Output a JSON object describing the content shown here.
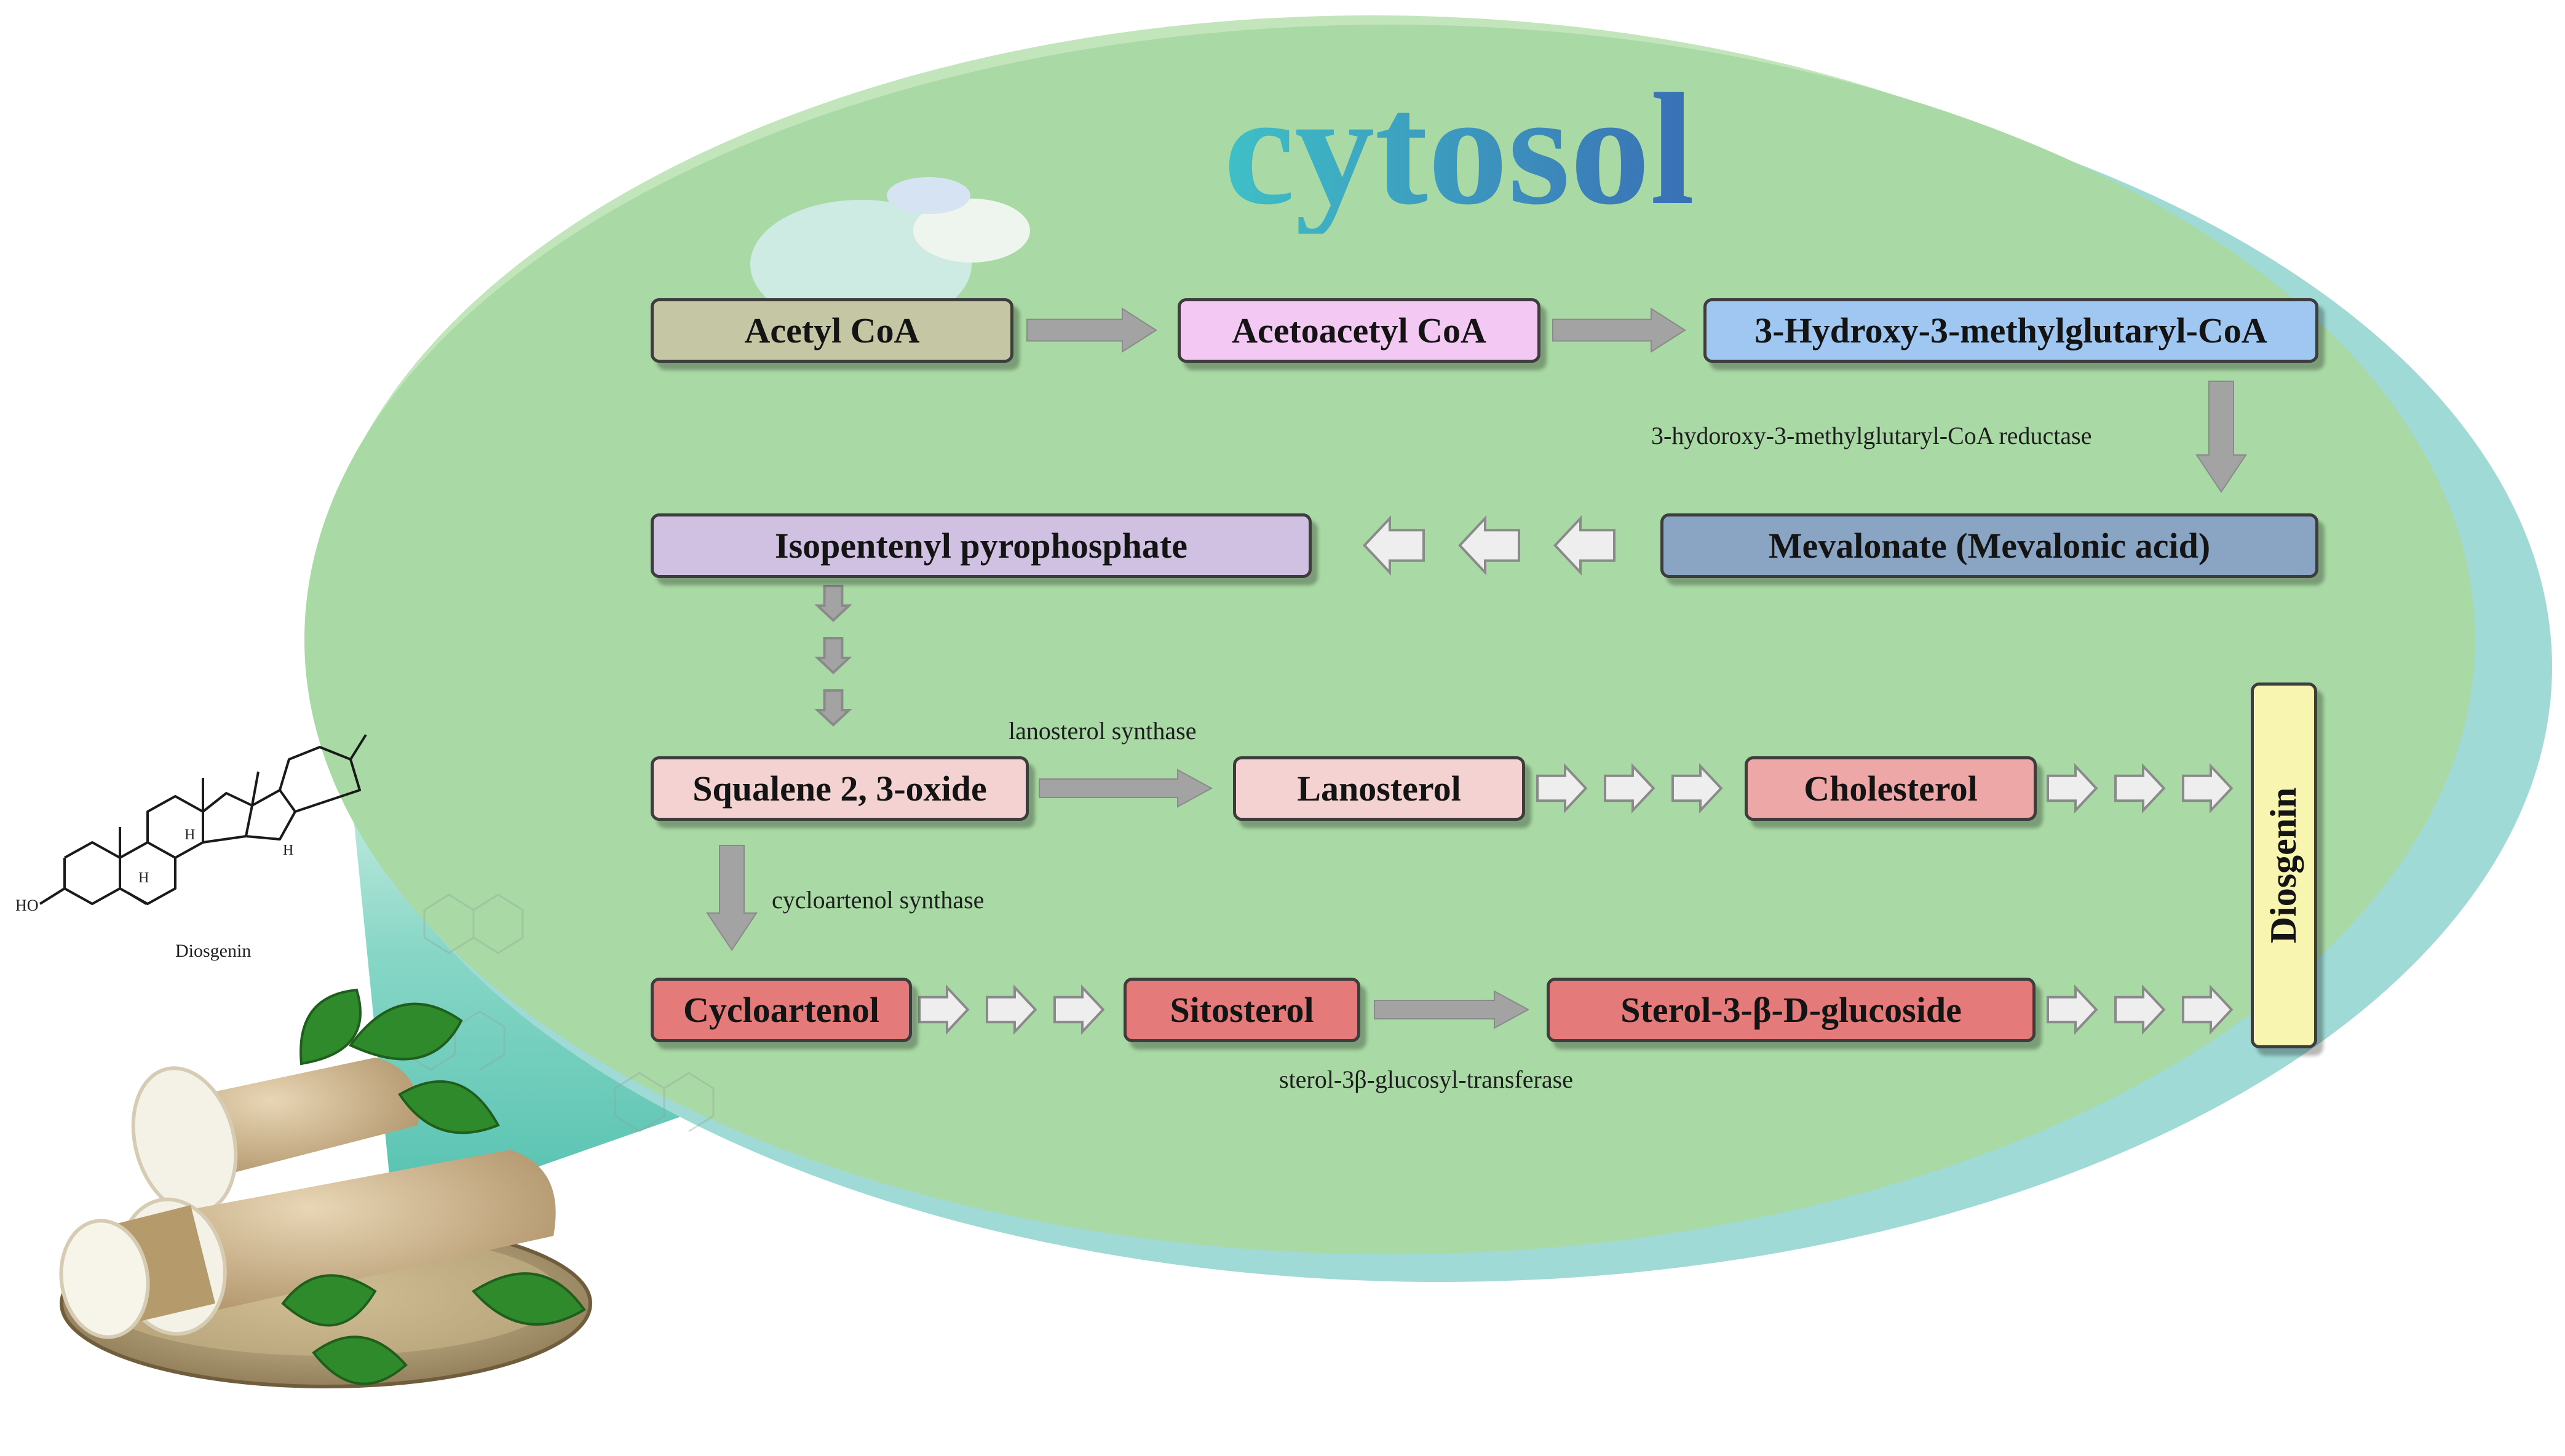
{
  "title": "cytosol",
  "colors": {
    "cell_back": "#9ed9d6",
    "cell_front": "#a9d9a4",
    "title_gradient": [
      "#3fc0c6",
      "#3a6fb6"
    ],
    "acetyl_coa": "#c4c6a4",
    "acetoacetyl_coa": "#f3c8f3",
    "hmg_coa": "#9fc7f2",
    "mevalonate": "#8aa4c4",
    "ipp": "#d0c1e2",
    "light_pink": "#f5d2d2",
    "mid_pink": "#eda7a7",
    "red_pink": "#e47a7a",
    "diosgenin": "#f8f5b0",
    "arrow": "#a3a3a3"
  },
  "nodes": {
    "acetyl_coa": "Acetyl CoA",
    "acetoacetyl_coa": "Acetoacetyl CoA",
    "hmg_coa": "3-Hydroxy-3-methylglutaryl-CoA",
    "mevalonate": "Mevalonate (Mevalonic acid)",
    "ipp": "Isopentenyl pyrophosphate",
    "squalene": "Squalene 2, 3-oxide",
    "lanosterol": "Lanosterol",
    "cholesterol": "Cholesterol",
    "cycloartenol": "Cycloartenol",
    "sitosterol": "Sitosterol",
    "sterol_glucoside": "Sterol-3-β-D-glucoside",
    "diosgenin": "Diosgenin"
  },
  "enzymes": {
    "hmgr": "3-hydoroxy-3-methylglutaryl-CoA reductase",
    "lanosterol_synthase": "lanosterol synthase",
    "cycloartenol_synthase": "cycloartenol synthase",
    "glucosyltransferase": "sterol-3β-glucosyl-transferase"
  },
  "structure": {
    "label": "Diosgenin",
    "hydroxyl": "HO",
    "hydrogen": "H"
  }
}
